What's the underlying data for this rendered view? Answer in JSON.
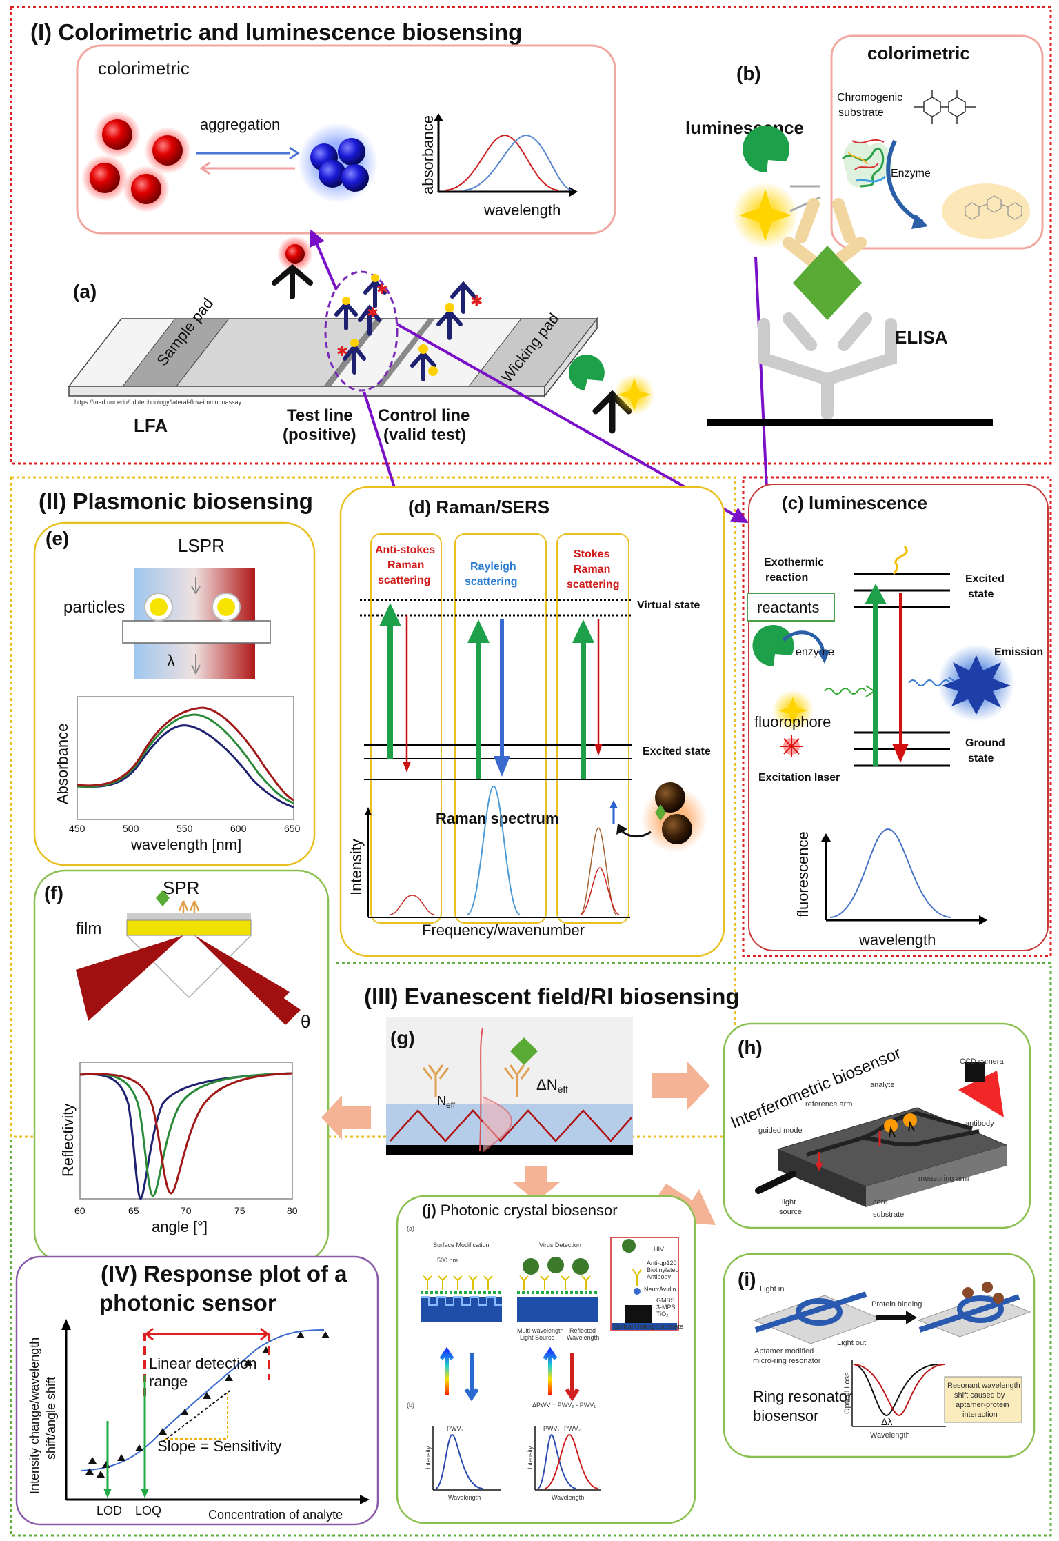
{
  "sections": {
    "s1": "(I) Colorimetric and luminescence biosensing",
    "s2": "(II) Plasmonic biosensing",
    "s3": "(III) Evanescent field/RI  biosensing",
    "s4_line1": "(IV) Response plot of a",
    "s4_line2": "photonic sensor"
  },
  "panel_a": {
    "label": "(a)",
    "colorimetric": "colorimetric",
    "aggregation": "aggregation",
    "ylabel": "absorbance",
    "xlabel": "wavelength",
    "sample_pad": "Sample pad",
    "wicking_pad": "Wicking pad",
    "url": "https://med.unr.edu/ddl/technology/lateral-flow-immunoassay",
    "lfa": "LFA",
    "test_line_1": "Test line",
    "test_line_2": "(positive)",
    "control_line_1": "Control line",
    "control_line_2": "(valid test)"
  },
  "panel_b": {
    "label": "(b)",
    "colorimetric": "colorimetric",
    "luminescence": "luminescence",
    "chromogenic_1": "Chromogenic",
    "chromogenic_2": "substrate",
    "enzyme": "Enzyme",
    "elisa": "ELISA"
  },
  "panel_c": {
    "label": "(c) luminescence",
    "exothermic_1": "Exothermic",
    "exothermic_2": "reaction",
    "reactants": "reactants",
    "enzyme": "enzyme",
    "fluorophore": "fluorophore",
    "excitation": "Excitation laser",
    "excited_1": "Excited",
    "excited_2": "state",
    "emission": "Emission",
    "ground_1": "Ground",
    "ground_2": "state",
    "ylabel": "fluorescence",
    "xlabel": "wavelength"
  },
  "panel_d": {
    "label": "(d)  Raman/SERS",
    "anti_1": "Anti-stokes",
    "anti_2": "Raman",
    "anti_3": "scattering",
    "ray_1": "Rayleigh",
    "ray_2": "scattering",
    "stokes_1": "Stokes",
    "stokes_2": "Raman",
    "stokes_3": "scattering",
    "virtual": "Virtual state",
    "excited": "Excited state",
    "spectrum": "Raman spectrum",
    "ylabel": "Intensity",
    "xlabel": "Frequency/wavenumber"
  },
  "panel_e": {
    "label": "(e)",
    "title": "LSPR",
    "particles": "particles",
    "lambda": "λ",
    "ylabel": "Absorbance",
    "xlabel": "wavelength [nm]",
    "ticks": [
      "450",
      "500",
      "550",
      "600",
      "650"
    ]
  },
  "panel_f": {
    "label": "(f)",
    "title": "SPR",
    "film": "film",
    "theta": "θ",
    "ylabel": "Reflectivity",
    "xlabel": "angle [°]",
    "ticks": [
      "60",
      "65",
      "70",
      "75",
      "80"
    ]
  },
  "panel_g": {
    "label": "(g)",
    "neff": "N",
    "neff_sub": "eff",
    "dneff": "ΔN",
    "dneff_sub": "eff"
  },
  "panel_h": {
    "label": "(h)",
    "title": "Interferometric biosensor",
    "ccd": "CCD camera",
    "analyte": "analyte",
    "reference": "reference arm",
    "guided": "guided mode",
    "antibody": "antibody",
    "measuring": "measuring arm",
    "light": "light",
    "source": "source",
    "core": "core",
    "substrate": "substrate"
  },
  "panel_i": {
    "label": "(i)",
    "light_in": "Light in",
    "light_out": "Light out",
    "protein_binding": "Protein binding",
    "aptamer_1": "Aptamer modified",
    "aptamer_2": "micro-ring resonator",
    "ring_1": "Ring resonator",
    "ring_2": "biosensor",
    "ylabel": "Optical Loss",
    "xlabel": "Wavelength",
    "dlambda": "Δλ",
    "box_1": "Resonant wavelength",
    "box_2": "shift caused by",
    "box_3": "aptamer-protein",
    "box_4": "interaction"
  },
  "panel_j": {
    "label": "(j)",
    "title": "Photonic crystal biosensor",
    "sub_a": "(a)",
    "sub_b": "(b)",
    "surface": "Surface Modification",
    "virus": "Virus Detection",
    "hiv": "HIV",
    "anti_gp120_1": "Anti-gp120",
    "anti_gp120_2": "Biotinylated",
    "anti_gp120_3": "Antibody",
    "neutravidin": "NeutrAvidin",
    "ghbs": "GMBS",
    "mps": "3-MPS",
    "tio2": "TiO₂",
    "grating": "Optical Grating Substrate",
    "scale": "500 nm",
    "multi_1": "Multi-wavelength",
    "multi_2": "Light Source",
    "reflected_1": "Reflected",
    "reflected_2": "Wavelength",
    "dpwv": "ΔPWV = PWV₂ - PWV₁",
    "pwv1": "PWV₁",
    "pwv2": "PWV₂",
    "ylabel": "Intensity",
    "xlabel": "Wavelength"
  },
  "panel_iv": {
    "linear_1": "Linear detection",
    "linear_2": "range",
    "slope": "Slope = Sensitivity",
    "ylabel_1": "Intensity change/wavelength",
    "ylabel_2": "shift/angle shift",
    "lod": "LOD",
    "loq": "LOQ",
    "xlabel": "Concentration of analyte"
  }
}
